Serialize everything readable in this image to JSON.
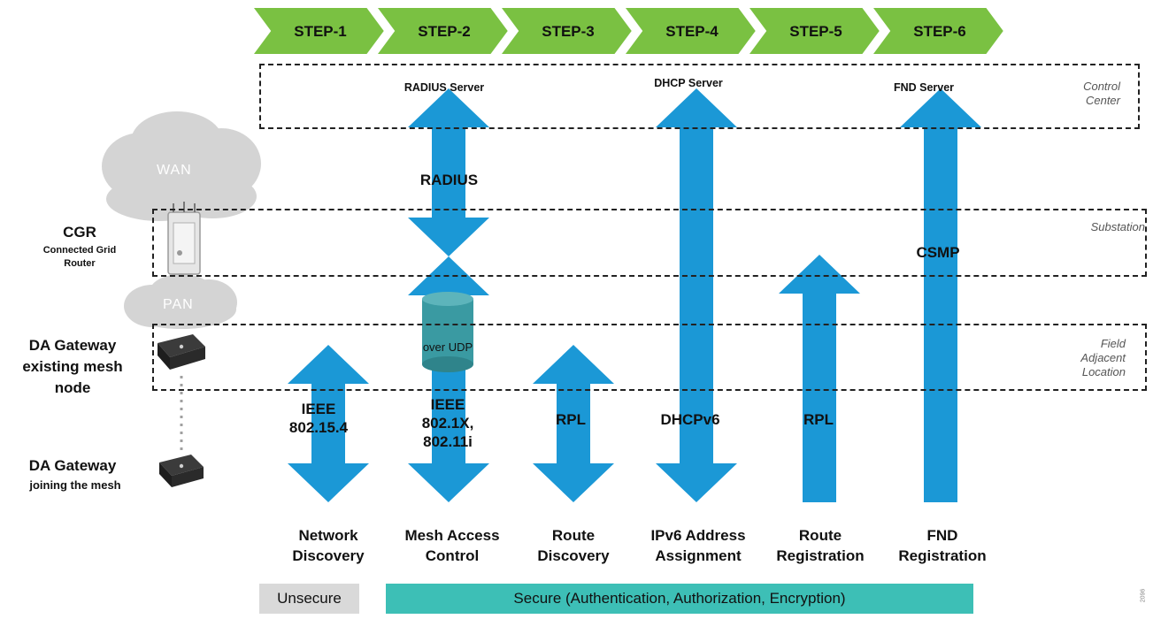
{
  "steps": [
    "STEP-1",
    "STEP-2",
    "STEP-3",
    "STEP-4",
    "STEP-5",
    "STEP-6"
  ],
  "colors": {
    "step_fill": "#7ac142",
    "arrow": "#1b98d6",
    "secure_bar": "#3dbfb6",
    "unsecure_bar": "#d9d9d9",
    "cloud": "#d4d4d4",
    "udp_cylinder": "#3a9aa2"
  },
  "servers": {
    "radius": "RADIUS Server",
    "dhcp": "DHCP Server",
    "fnd": "FND Server"
  },
  "zones": {
    "control_center": "Control\nCenter",
    "substation": "Substation",
    "field": "Field\nAdjacent\nLocation"
  },
  "clouds": {
    "wan": "WAN",
    "pan": "PAN"
  },
  "devices": {
    "cgr_title": "CGR",
    "cgr_sub": "Connected Grid\nRouter",
    "gw_existing": "DA Gateway\nexisting mesh\nnode",
    "gw_joining_title": "DA Gateway",
    "gw_joining_sub": "joining the mesh"
  },
  "protocols": {
    "ieee_802154": "IEEE\n802.15.4",
    "radius": "RADIUS",
    "over_udp": "over UDP",
    "ieee_8021x": "IEEE\n802.1X,\n802.11i",
    "rpl_3": "RPL",
    "dhcpv6": "DHCPv6",
    "rpl_5": "RPL",
    "csmp": "CSMP"
  },
  "phases": [
    "Network\nDiscovery",
    "Mesh Access\nControl",
    "Route\nDiscovery",
    "IPv6 Address\nAssignment",
    "Route\nRegistration",
    "FND\nRegistration"
  ],
  "security": {
    "unsecure": "Unsecure",
    "secure": "Secure (Authentication, Authorization, Encryption)"
  },
  "corner_code": "2096"
}
